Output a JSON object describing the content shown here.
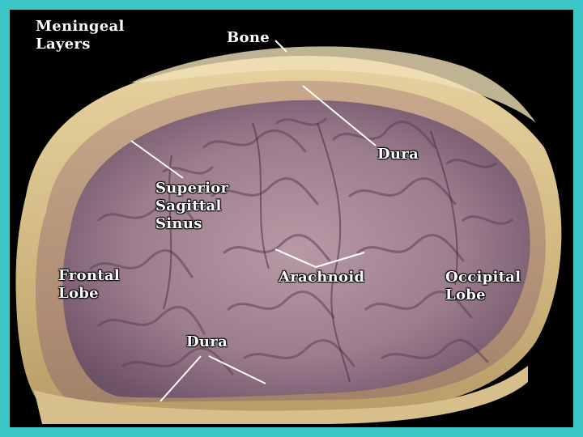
{
  "slide": {
    "title": "Meningeal\nLayers",
    "background_color": "#3cc6c6",
    "frame_color": "#000000"
  },
  "labels": {
    "bone": "Bone",
    "dura_top": "Dura",
    "superior_sagittal_sinus": "Superior\nSagittal\nSinus",
    "frontal_lobe": "Frontal\nLobe",
    "arachnoid": "Arachnoid",
    "occipital_lobe": "Occipital\nLobe",
    "dura_bottom": "Dura"
  }
}
